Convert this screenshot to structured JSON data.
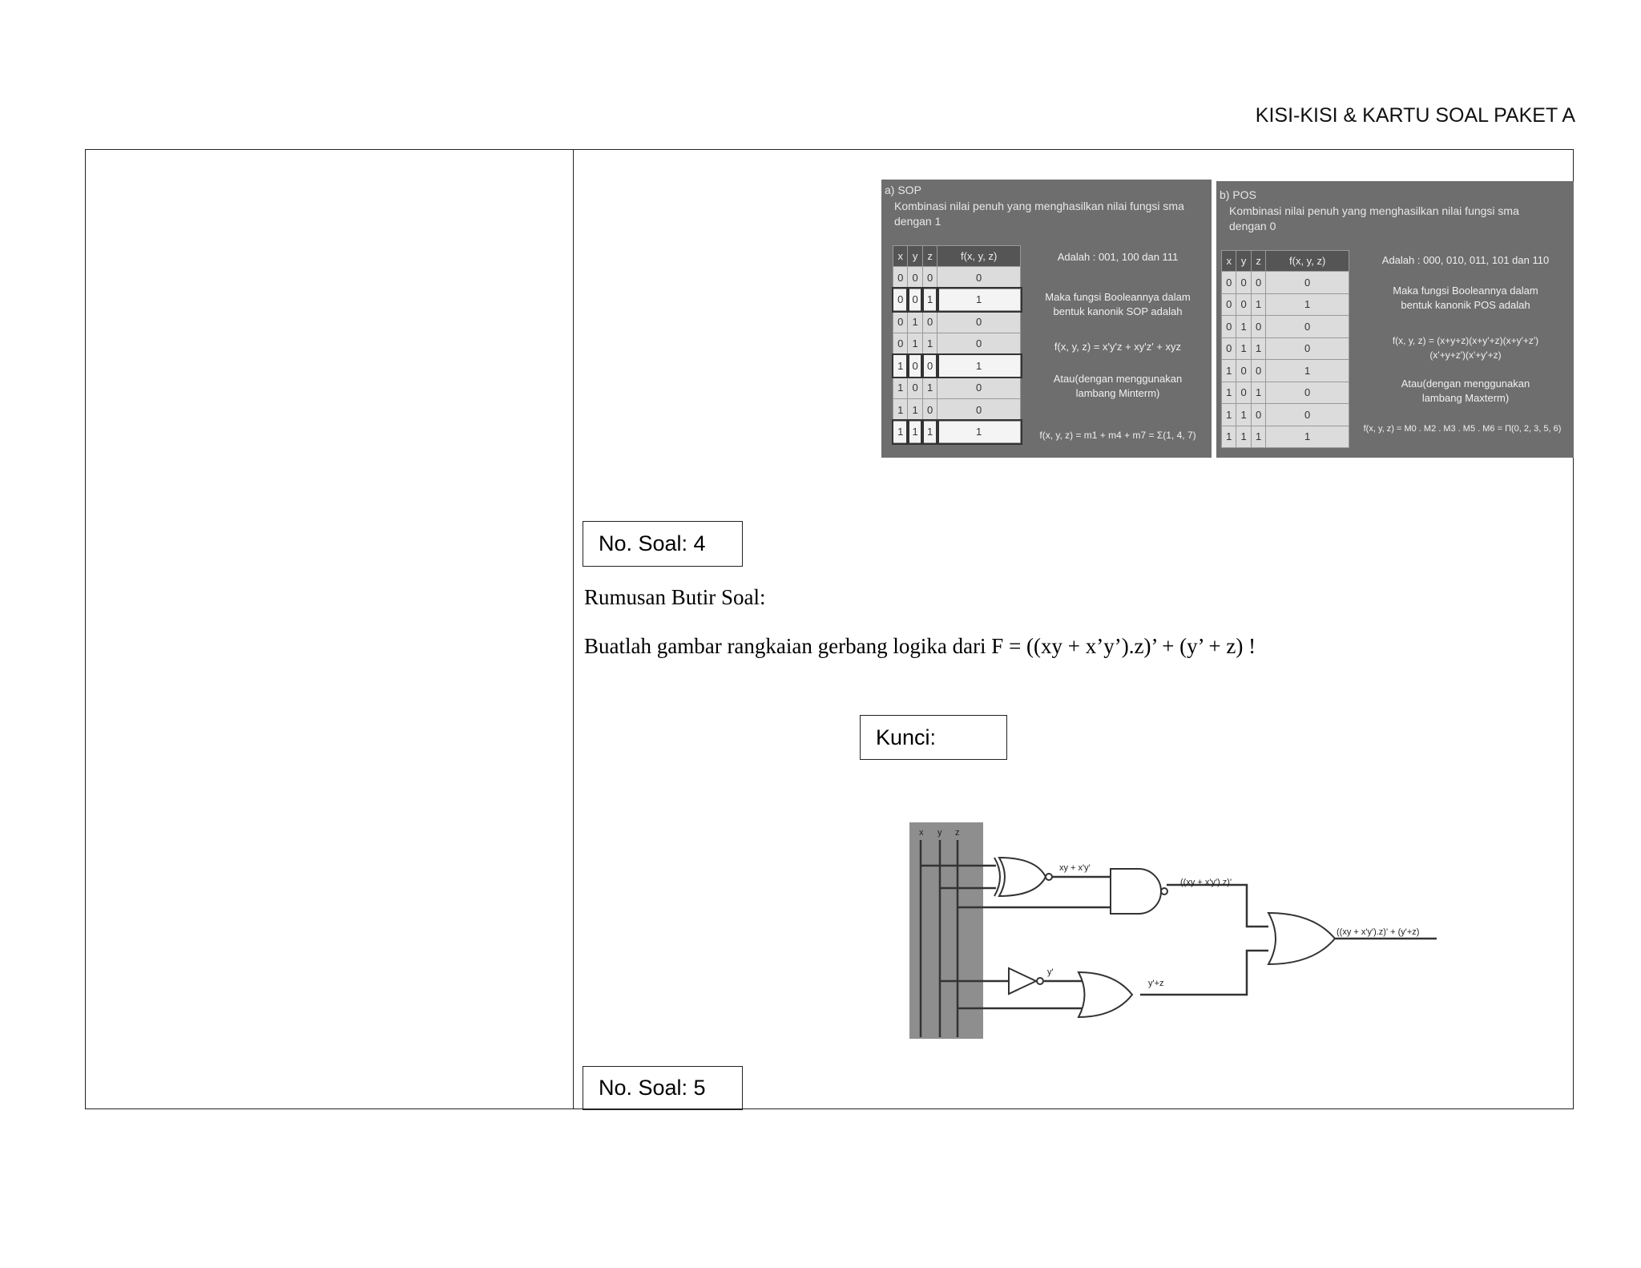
{
  "header": {
    "title": "KISI-KISI & KARTU SOAL PAKET A"
  },
  "sop_slide": {
    "heading": "a) SOP",
    "subtitle_line1": "Kombinasi nilai penuh yang menghasilkan nilai fungsi sma",
    "subtitle_line2": "dengan 1",
    "columns": [
      "x",
      "y",
      "z",
      "f(x, y, z)"
    ],
    "rows": [
      [
        "0",
        "0",
        "0",
        "0"
      ],
      [
        "0",
        "0",
        "1",
        "1"
      ],
      [
        "0",
        "1",
        "0",
        "0"
      ],
      [
        "0",
        "1",
        "1",
        "0"
      ],
      [
        "1",
        "0",
        "0",
        "1"
      ],
      [
        "1",
        "0",
        "1",
        "0"
      ],
      [
        "1",
        "1",
        "0",
        "0"
      ],
      [
        "1",
        "1",
        "1",
        "1"
      ]
    ],
    "adalah": "Adalah : 001, 100 dan 111",
    "maka_line1": "Maka fungsi Booleannya dalam",
    "maka_line2": "bentuk kanonik SOP adalah",
    "formula": "f(x, y, z) = x'y'z + xy'z' + xyz",
    "atau_line1": "Atau(dengan menggunakan",
    "atau_line2": "lambang Minterm)",
    "minterm": "f(x, y, z) = m1 + m4 + m7 = Σ(1, 4, 7)"
  },
  "pos_slide": {
    "heading": "b) POS",
    "subtitle_line1": "Kombinasi nilai penuh yang menghasilkan nilai fungsi sma",
    "subtitle_line2": "dengan 0",
    "columns": [
      "x",
      "y",
      "z",
      "f(x, y, z)"
    ],
    "rows": [
      [
        "0",
        "0",
        "0",
        "0"
      ],
      [
        "0",
        "0",
        "1",
        "1"
      ],
      [
        "0",
        "1",
        "0",
        "0"
      ],
      [
        "0",
        "1",
        "1",
        "0"
      ],
      [
        "1",
        "0",
        "0",
        "1"
      ],
      [
        "1",
        "0",
        "1",
        "0"
      ],
      [
        "1",
        "1",
        "0",
        "0"
      ],
      [
        "1",
        "1",
        "1",
        "1"
      ]
    ],
    "adalah": "Adalah : 000, 010, 011, 101 dan 110",
    "maka_line1": "Maka fungsi Booleannya dalam",
    "maka_line2": "bentuk kanonik POS adalah",
    "formula_line1": "f(x, y, z) = (x+y+z)(x+y'+z)(x+y'+z')",
    "formula_line2": "(x'+y+z')(x'+y'+z)",
    "atau_line1": "Atau(dengan menggunakan",
    "atau_line2": "lambang Maxterm)",
    "maxterm": "f(x, y, z) = M0 . M2 . M3 . M5 . M6 = Π(0, 2, 3, 5, 6)"
  },
  "soal4": {
    "number_label": "No. Soal: 4",
    "rumusan_label": "Rumusan Butir Soal:",
    "question": "Buatlah gambar rangkaian gerbang logika dari F = ((xy + x’y’).z)’  +  (y’ + z)  !",
    "kunci_label": "Kunci:"
  },
  "circuit": {
    "input_labels": [
      "x",
      "y",
      "z"
    ],
    "xnor_output": "xy + x'y'",
    "nand_output": "((xy + x'y').z)'",
    "not_output": "y'",
    "or_output": "y'+z",
    "final_output": "((xy + x'y').z)' + (y'+z)"
  },
  "soal5": {
    "number_label": "No. Soal: 5"
  }
}
